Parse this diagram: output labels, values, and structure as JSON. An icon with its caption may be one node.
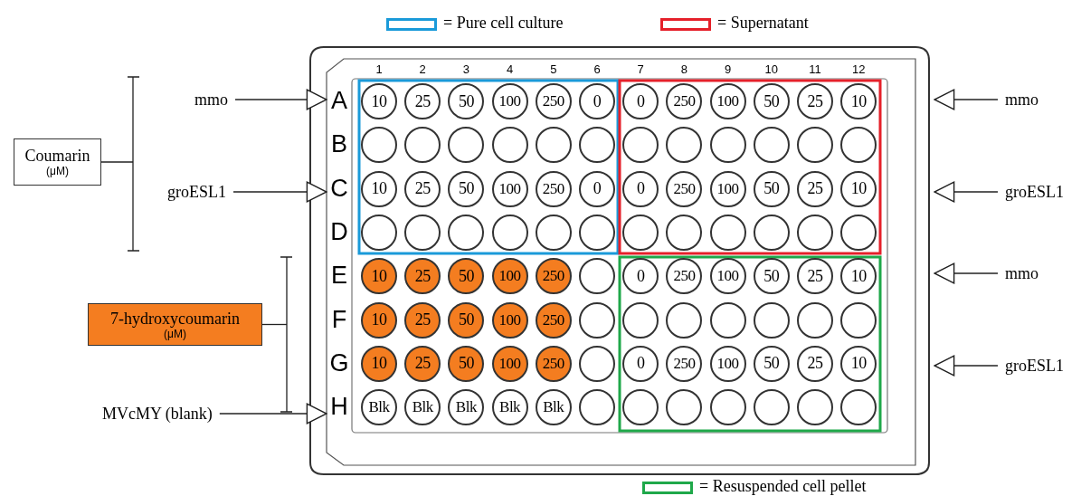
{
  "diagram": {
    "nodes": [
      {
        "text": [
          "Coumarin",
          "(μM)"
        ]
      },
      {
        "text": [
          "7-hydroxycoumarin",
          "(μM)"
        ]
      },
      {
        "text": [
          "mmo"
        ]
      },
      {
        "text": [
          "groESL1"
        ]
      },
      {
        "text": [
          "MVcMY (blank)"
        ]
      },
      {
        "text": [
          "mmo"
        ]
      },
      {
        "text": [
          "groESL1"
        ]
      },
      {
        "text": [
          "mmo"
        ]
      },
      {
        "text": [
          "groESL1"
        ]
      },
      {
        "text": [
          "A"
        ]
      },
      {
        "text": [
          "B"
        ]
      },
      {
        "text": [
          "C"
        ]
      },
      {
        "text": [
          "D"
        ]
      },
      {
        "text": [
          "E"
        ]
      },
      {
        "text": [
          "F"
        ]
      },
      {
        "text": [
          "G"
        ]
      },
      {
        "text": [
          "H"
        ]
      },
      {
        "text": [
          "10"
        ]
      },
      {
        "text": [
          "25"
        ]
      },
      {
        "text": [
          "50"
        ]
      },
      {
        "text": [
          "100"
        ]
      },
      {
        "text": [
          "250"
        ]
      },
      {
        "text": [
          "0"
        ]
      },
      {
        "text": [
          "0"
        ]
      },
      {
        "text": [
          "250"
        ]
      },
      {
        "text": [
          "100"
        ]
      },
      {
        "text": [
          "50"
        ]
      },
      {
        "text": [
          "25"
        ]
      },
      {
        "text": [
          "10"
        ]
      },
      {
        "text": [],
        "shape": "circle"
      },
      {
        "text": [],
        "shape": "circle"
      },
      {
        "text": [],
        "shape": "circle"
      },
      {
        "text": [],
        "shape": "circle"
      },
      {
        "text": [],
        "shape": "circle"
      },
      {
        "text": [],
        "shape": "circle"
      },
      {
        "text": [],
        "shape": "circle"
      },
      {
        "text": [],
        "shape": "circle"
      },
      {
        "text": [],
        "shape": "circle"
      },
      {
        "text": [],
        "shape": "circle"
      },
      {
        "text": [],
        "shape": "circle"
      },
      {
        "text": [],
        "shape": "circle"
      },
      {
        "text": [
          "10"
        ]
      },
      {
        "text": [
          "25"
        ]
      },
      {
        "text": [
          "50"
        ]
      },
      {
        "text": [
          "100"
        ]
      },
      {
        "text": [
          "250"
        ]
      },
      {
        "text": [
          "0"
        ]
      },
      {
        "text": [
          "0"
        ]
      },
      {
        "text": [
          "250"
        ]
      },
      {
        "text": [
          "100"
        ]
      },
      {
        "text": [
          "50"
        ]
      },
      {
        "text": [
          "25"
        ]
      },
      {
        "text": [
          "10"
        ]
      },
      {
        "text": [],
        "shape": "circle"
      },
      {
        "text": [],
        "shape": "circle"
      },
      {
        "text": [],
        "shape": "circle"
      },
      {
        "text": [],
        "shape": "circle"
      },
      {
        "text": [],
        "shape": "circle"
      },
      {
        "text": [],
        "shape": "circle"
      },
      {
        "text": [],
        "shape": "circle"
      },
      {
        "text": [],
        "shape": "circle"
      },
      {
        "text": [],
        "shape": "circle"
      },
      {
        "text": [],
        "shape": "circle"
      },
      {
        "text": [],
        "shape": "circle"
      },
      {
        "text": [],
        "shape": "circle"
      },
      {
        "text": [
          "10"
        ]
      },
      {
        "text": [
          "25"
        ]
      },
      {
        "text": [
          "50"
        ]
      },
      {
        "text": [
          "100"
        ]
      },
      {
        "text": [
          "250"
        ]
      },
      {
        "text": [],
        "shape": "circle"
      },
      {
        "text": [
          "0"
        ]
      },
      {
        "text": [
          "250"
        ]
      },
      {
        "text": [
          "100"
        ]
      },
      {
        "text": [
          "50"
        ]
      },
      {
        "text": [
          "25"
        ]
      },
      {
        "text": [
          "10"
        ]
      },
      {
        "text": [
          "10"
        ]
      },
      {
        "text": [
          "25"
        ]
      },
      {
        "text": [
          "50"
        ]
      },
      {
        "text": [
          "100"
        ]
      },
      {
        "text": [
          "250"
        ]
      },
      {
        "text": [],
        "shape": "circle"
      },
      {
        "text": [],
        "shape": "circle"
      },
      {
        "text": [],
        "shape": "circle"
      },
      {
        "text": [],
        "shape": "circle"
      },
      {
        "text": [],
        "shape": "circle"
      },
      {
        "text": [],
        "shape": "circle"
      },
      {
        "text": [],
        "shape": "circle"
      },
      {
        "text": [
          "10"
        ]
      },
      {
        "text": [
          "25"
        ]
      },
      {
        "text": [
          "50"
        ]
      },
      {
        "text": [
          "100"
        ]
      },
      {
        "text": [
          "250"
        ]
      },
      {
        "text": [],
        "shape": "circle"
      },
      {
        "text": [
          "0"
        ]
      },
      {
        "text": [
          "250"
        ]
      },
      {
        "text": [
          "100"
        ]
      },
      {
        "text": [
          "50"
        ]
      },
      {
        "text": [
          "25"
        ]
      },
      {
        "text": [
          "10"
        ]
      },
      {
        "text": [
          "Blk"
        ]
      },
      {
        "text": [
          "Blk"
        ]
      },
      {
        "text": [
          "Blk"
        ]
      },
      {
        "text": [
          "Blk"
        ]
      },
      {
        "text": [
          "Blk"
        ]
      },
      {
        "text": [],
        "shape": "circle"
      },
      {
        "text": [],
        "shape": "circle"
      },
      {
        "text": [],
        "shape": "circle"
      },
      {
        "text": [],
        "shape": "circle"
      },
      {
        "text": [],
        "shape": "circle"
      },
      {
        "text": [],
        "shape": "circle"
      },
      {
        "text": [],
        "shape": "circle"
      }
    ],
    "edges": [
      {
        "from": 0,
        "to": null,
        "arrow": "none"
      },
      {
        "from": 1,
        "to": null,
        "arrow": "none"
      },
      {
        "from": 2,
        "to": 9,
        "arrow": "to"
      },
      {
        "from": 3,
        "to": 11,
        "arrow": "to"
      },
      {
        "from": 4,
        "to": 16,
        "arrow": "to"
      },
      {
        "from": 5,
        "to": null,
        "arrow": "to"
      },
      {
        "from": 6,
        "to": null,
        "arrow": "to"
      },
      {
        "from": 7,
        "to": null,
        "arrow": "to"
      },
      {
        "from": 8,
        "to": null,
        "arrow": "to"
      }
    ],
    "labels": [
      "1",
      "2",
      "3",
      "4",
      "5",
      "6",
      "7",
      "8",
      "9",
      "10",
      "11",
      "12"
    ],
    "legend": [
      {
        "text": "= Pure cell culture",
        "color": "#1a9ad9"
      },
      {
        "text": "= Supernatant",
        "color": "#e5202a"
      },
      {
        "text": "= Resuspended cell pellet",
        "color": "#1fa84a"
      }
    ]
  }
}
